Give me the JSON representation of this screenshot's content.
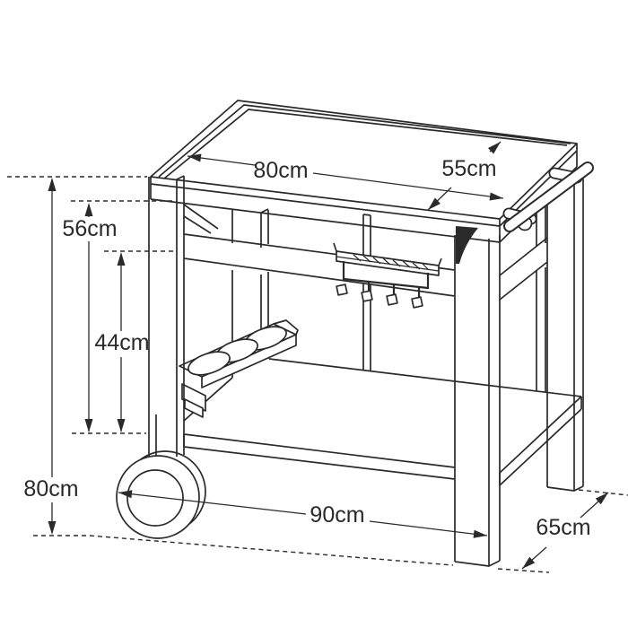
{
  "figure": {
    "kind": "technical dimension drawing",
    "subject": "serving trolley cart with top tray, handle, hook rail, bottle holder, lower shelf and wheel"
  },
  "colors": {
    "ink": "#2a2a2a",
    "background": "#ffffff"
  },
  "labels": {
    "top_width": "80cm",
    "top_depth": "55cm",
    "upper_height": "56cm",
    "mid_height": "44cm",
    "overall_height": "80cm",
    "base_width": "90cm",
    "base_depth": "65cm"
  }
}
